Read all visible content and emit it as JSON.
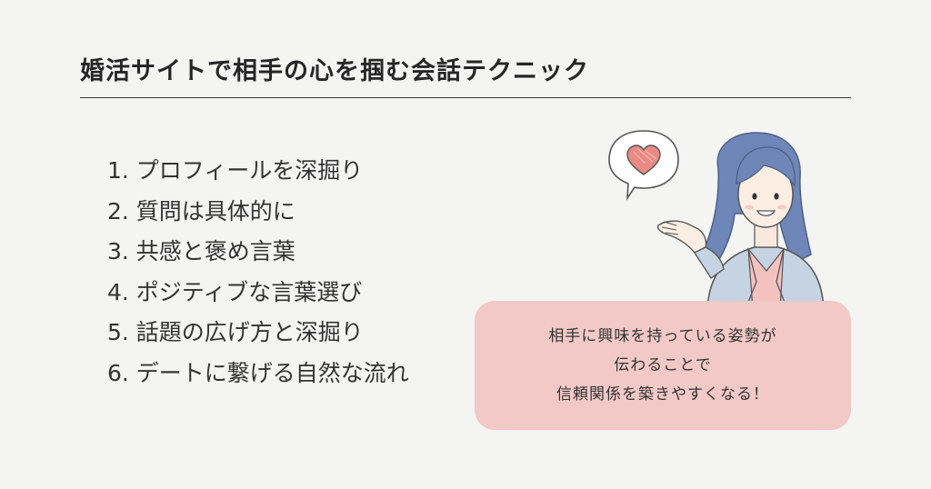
{
  "title": "婚活サイトで相手の心を掴む会話テクニック",
  "list": [
    "1. プロフィールを深掘り",
    "2. 質問は具体的に",
    "3. 共感と褒め言葉",
    "4. ポジティブな言葉選び",
    "5. 話題の広げ方と深掘り",
    "6. デートに繋げる自然な流れ"
  ],
  "callout": {
    "lines": [
      "相手に興味を持っている姿勢が",
      "伝わることで",
      "信頼関係を築きやすくなる！"
    ]
  },
  "illustration": {
    "icon": "woman-with-heart-speech-bubble-illustration",
    "colors": {
      "bubble_heart": "#e98a85",
      "hair": "#6f86b8",
      "jacket": "#c5d3e2",
      "blouse": "#f3c2bf",
      "callout_bg": "#f2c9c6"
    }
  }
}
